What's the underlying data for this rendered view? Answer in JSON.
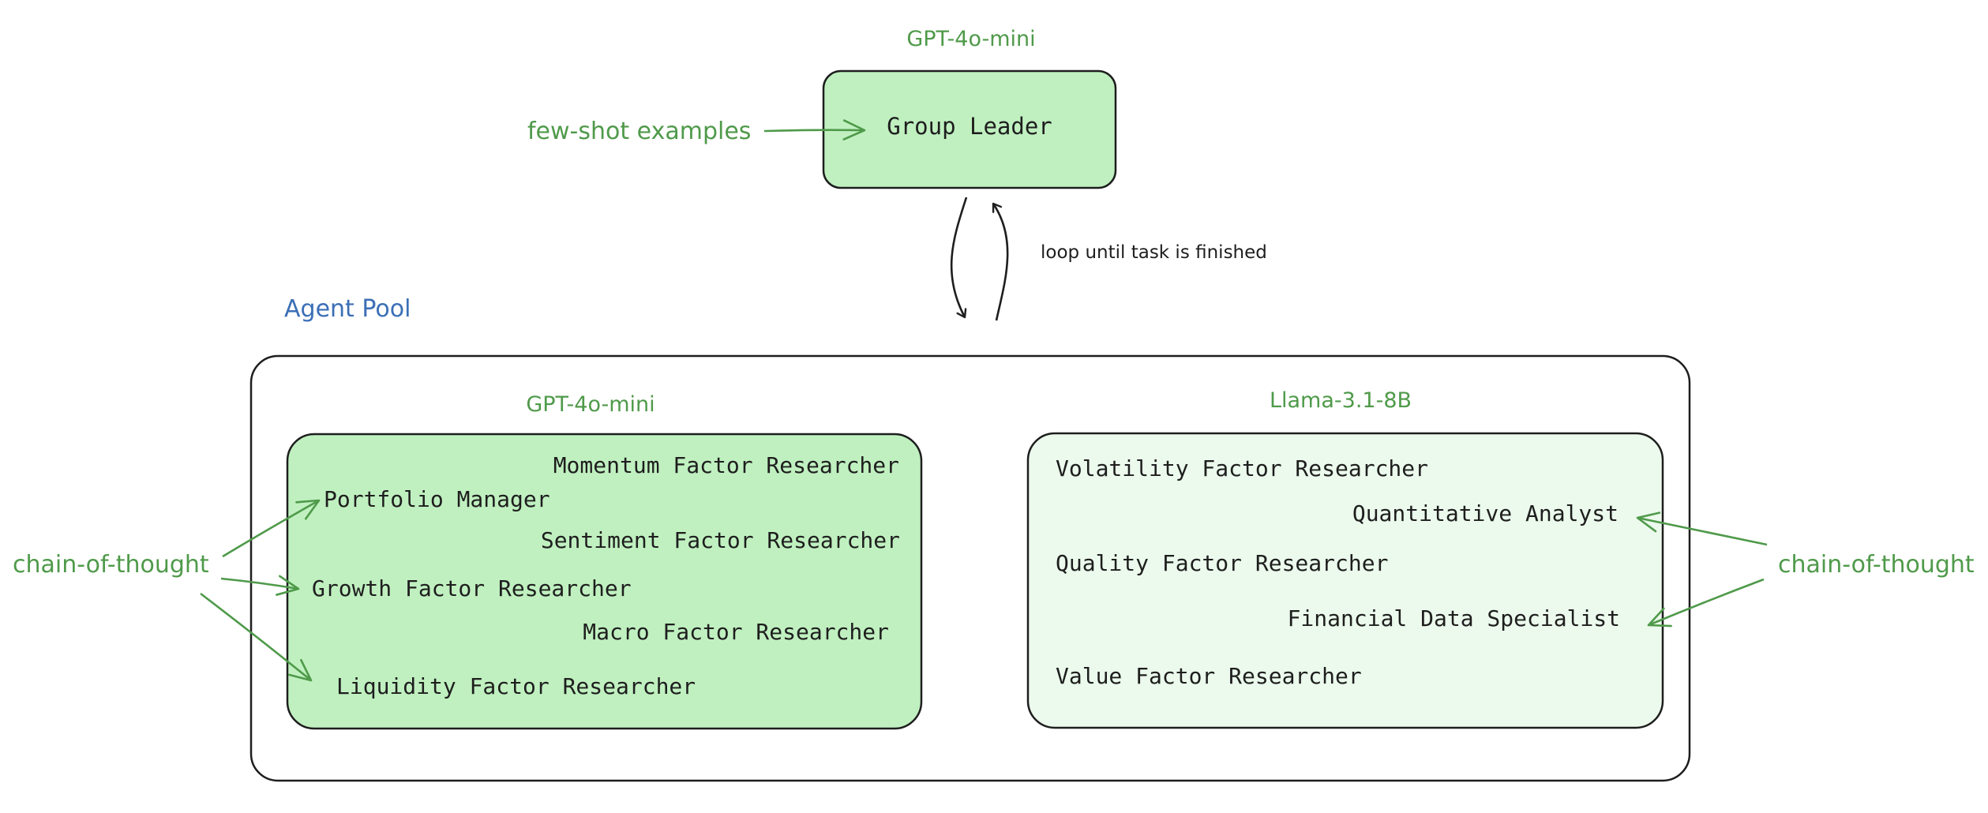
{
  "colors": {
    "leader_fill": "#c0f0c0",
    "gpt_group_fill": "#c0f0c0",
    "llama_group_fill": "#ebfaec",
    "annotation_green": "#4f9a4a",
    "pool_label_blue": "#3b6fb6",
    "stroke": "#1e1e1e"
  },
  "leader": {
    "model": "GPT-4o-mini",
    "name": "Group Leader",
    "input_label": "few-shot examples"
  },
  "loop_label": "loop until task is finished",
  "pool": {
    "title": "Agent Pool",
    "gpt_group": {
      "model": "GPT-4o-mini",
      "agents": [
        "Momentum Factor Researcher",
        "Portfolio Manager",
        "Sentiment Factor Researcher",
        "Growth Factor Researcher",
        "Macro Factor Researcher",
        "Liquidity Factor Researcher"
      ],
      "annotation": "chain-of-thought"
    },
    "llama_group": {
      "model": "Llama-3.1-8B",
      "agents": [
        "Volatility Factor Researcher",
        "Quantitative Analyst",
        "Quality Factor Researcher",
        "Financial Data Specialist",
        "Value Factor Researcher"
      ],
      "annotation": "chain-of-thought"
    }
  }
}
